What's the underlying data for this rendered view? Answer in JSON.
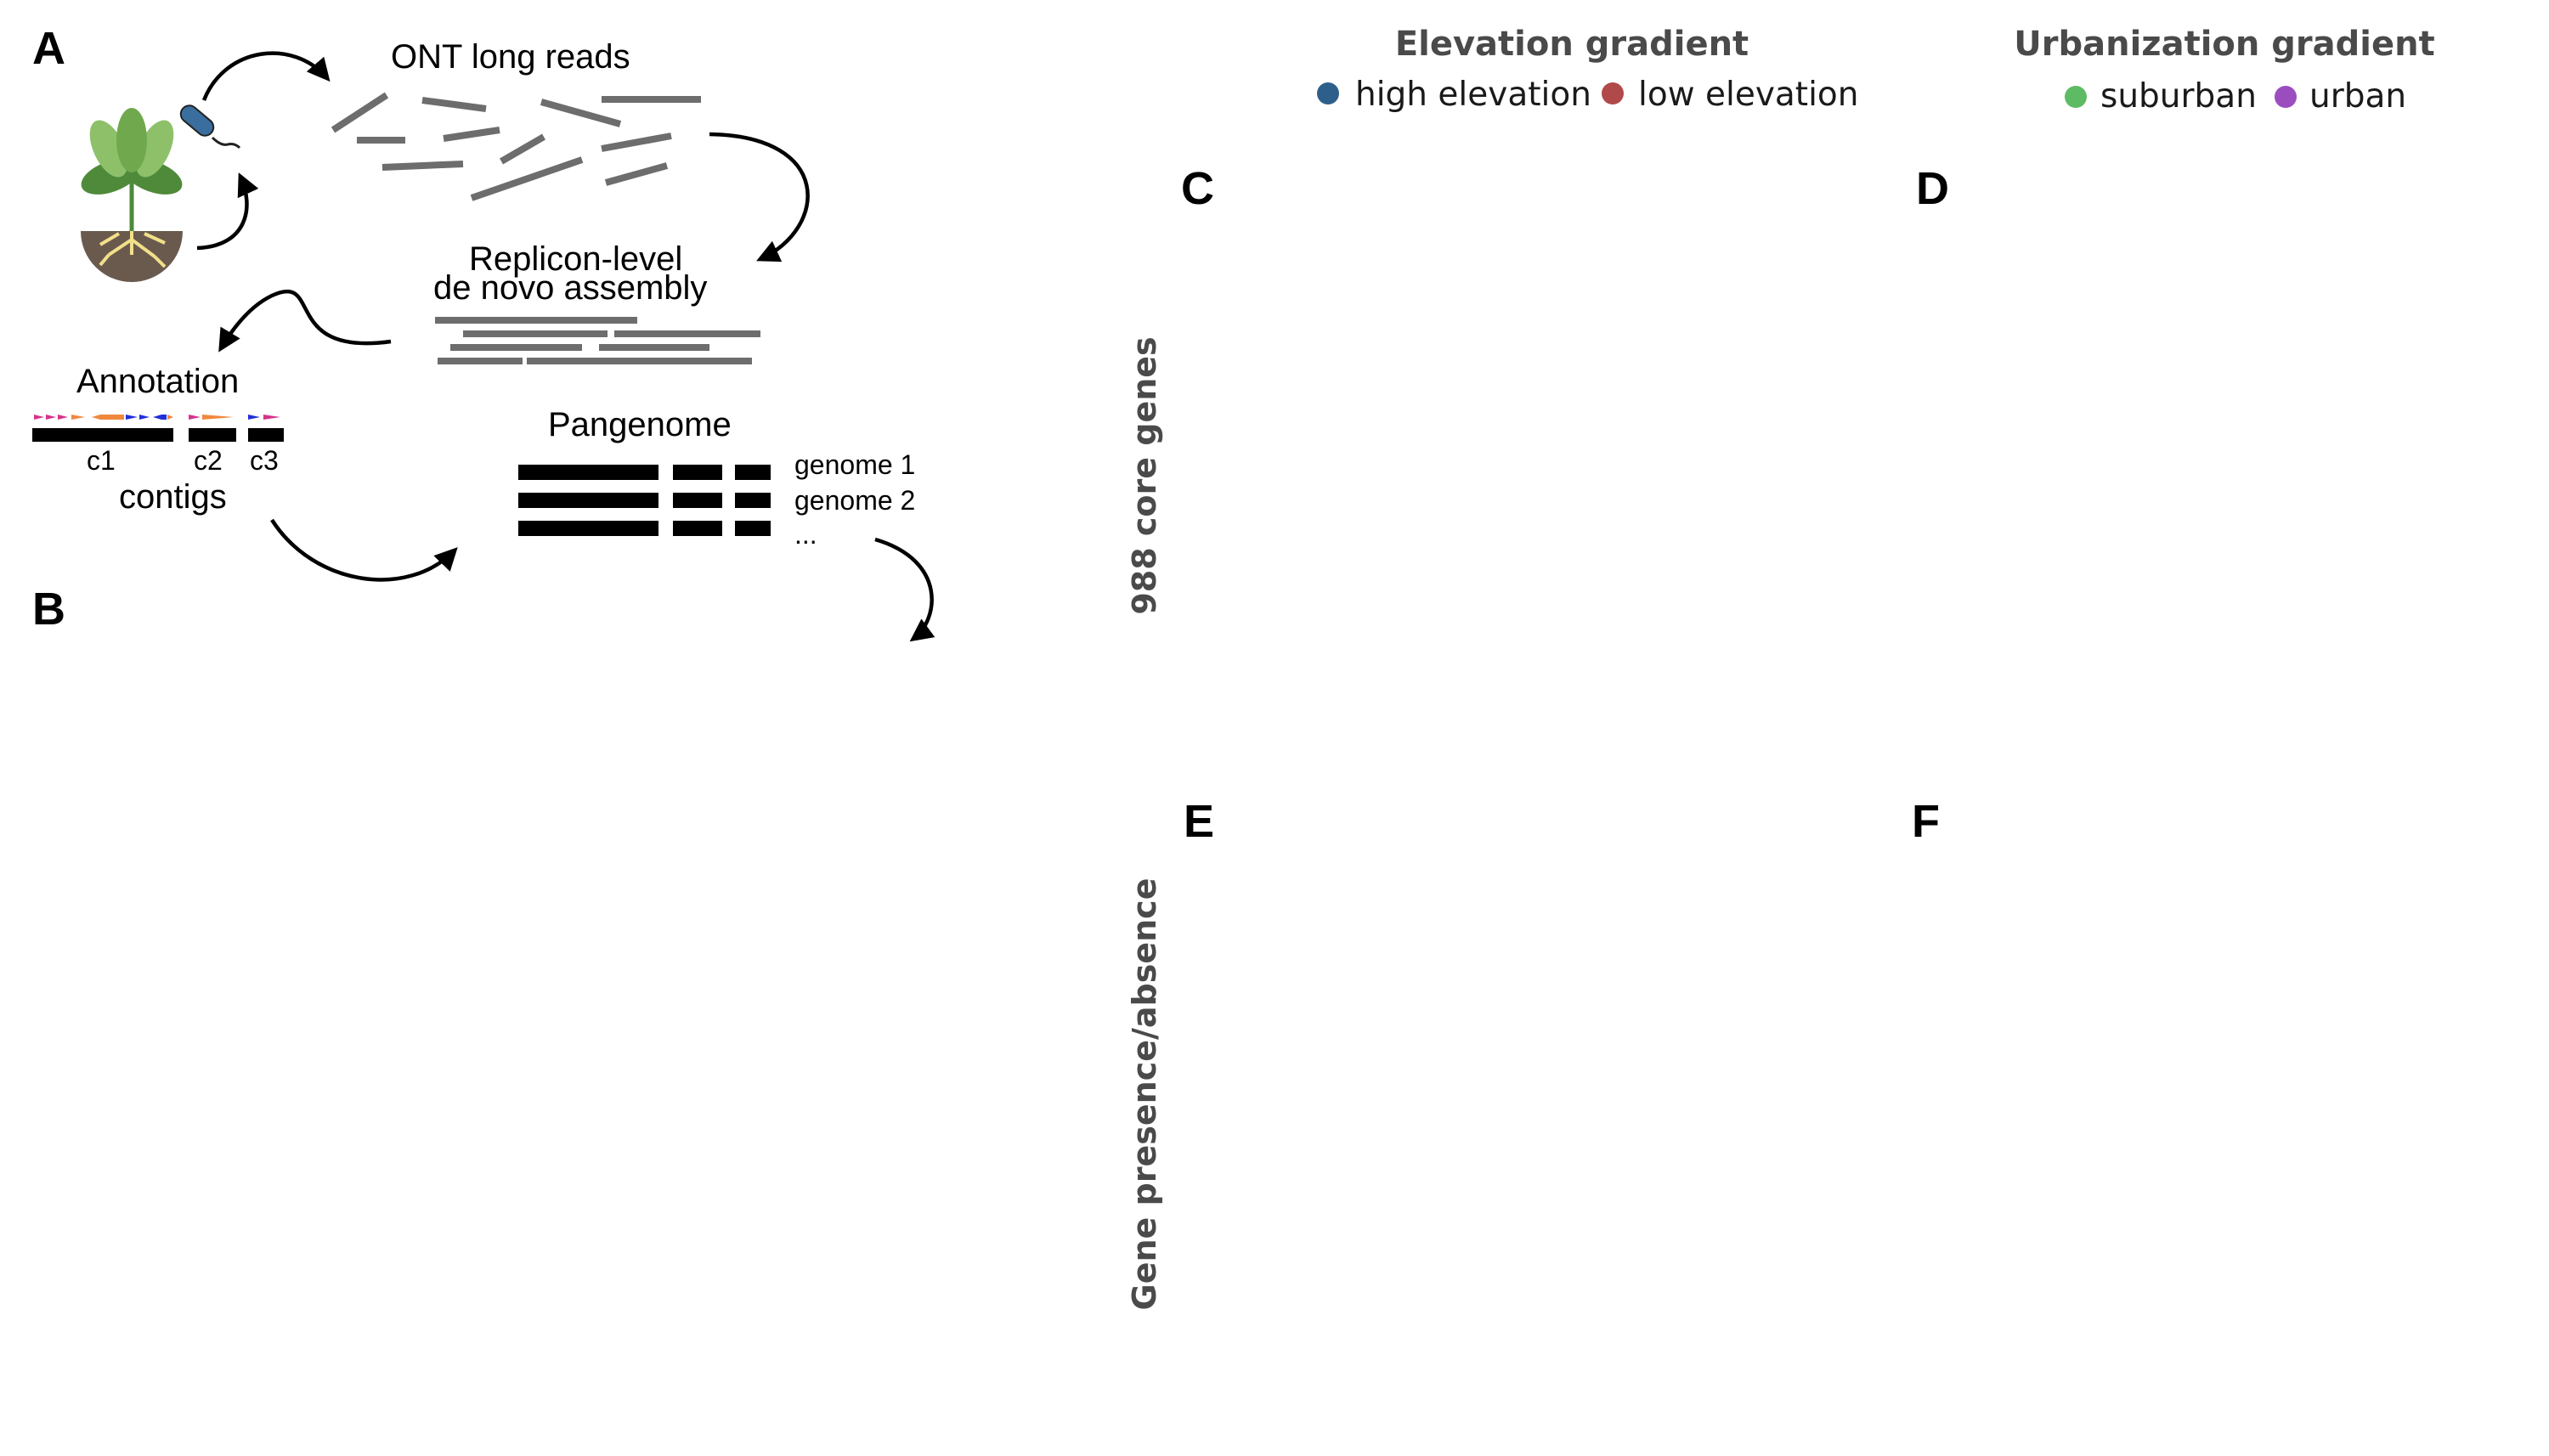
{
  "panels": {
    "a": "A",
    "b": "B",
    "c": "C",
    "d": "D",
    "e": "E",
    "f": "F"
  },
  "workflow": {
    "reads_label": "ONT long reads",
    "assembly_line1": "Replicon-level",
    "assembly_line2": "de novo assembly",
    "annotation_label": "Annotation",
    "contig_labels": [
      "c1",
      "c2",
      "c3"
    ],
    "contigs_label": "contigs",
    "pangenome_label": "Pangenome",
    "genome_labels": [
      "genome 1",
      "genome 2",
      "..."
    ]
  },
  "legends": {
    "elevation": {
      "title": "Elevation gradient",
      "items": [
        {
          "label": "high elevation",
          "color": "#2e5f8a"
        },
        {
          "label": "low elevation",
          "color": "#b04a4a"
        }
      ]
    },
    "urbanization": {
      "title": "Urbanization gradient",
      "items": [
        {
          "label": "suburban",
          "color": "#5dbb63"
        },
        {
          "label": "urban",
          "color": "#9b4dbf"
        }
      ]
    }
  },
  "axis_titles": {
    "core_genes": "988 core genes",
    "presence_absence": "Gene presence/absence"
  },
  "colors": {
    "reads": "#6d6d6d",
    "gene_magenta": "#d6338a",
    "gene_orange": "#f0883e",
    "gene_blue": "#2030d8",
    "plant_green_dark": "#4f8a3a",
    "plant_green_light": "#8ec06a",
    "soil": "#6a5a4e",
    "roots": "#f2e08a",
    "bacterium": "#3a6e9e"
  }
}
